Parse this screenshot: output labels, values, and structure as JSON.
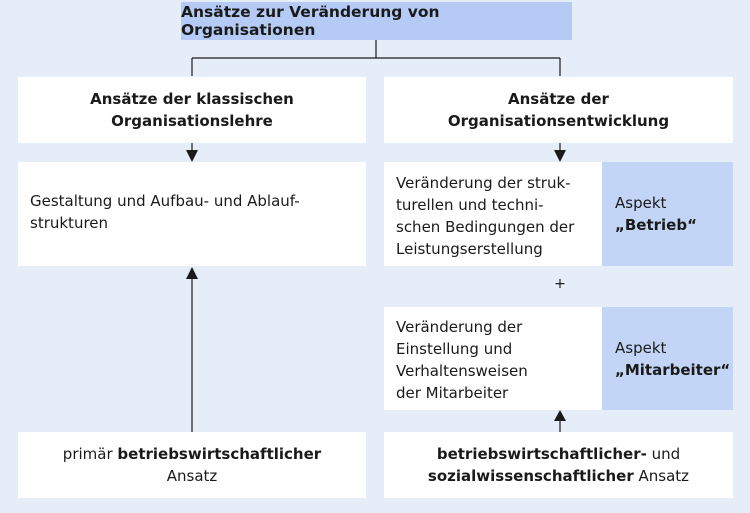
{
  "title": "Ansätze zur Veränderung von Organisationen",
  "left": {
    "header_line1": "Ansätze der klassischen",
    "header_line2": "Organisationslehre",
    "body_line1": "Gestaltung und Aufbau- und Ablauf-",
    "body_line2": "strukturen",
    "footer_pre": "primär ",
    "footer_bold": "betriebswirtschaftlicher",
    "footer_line2": "Ansatz"
  },
  "right": {
    "header_line1": "Ansätze der",
    "header_line2": "Organisationsentwicklung",
    "block1_line1": "Veränderung der struk-",
    "block1_line2": "turellen und techni-",
    "block1_line3": "schen Bedingungen der",
    "block1_line4": "Leistungserstellung",
    "aspect1_label": "Aspekt",
    "aspect1_value": "„Betrieb“",
    "plus": "+",
    "block2_line1": "Veränderung der",
    "block2_line2": "Einstellung und",
    "block2_line3": "Verhaltensweisen",
    "block2_line4": "der Mitarbeiter",
    "aspect2_label": "Aspekt",
    "aspect2_value": "„Mitarbeiter“",
    "footer_bold1": "betriebswirtschaftlicher-",
    "footer_mid": " und",
    "footer_bold2": "sozialwissenschaftlicher",
    "footer_end": " Ansatz"
  }
}
